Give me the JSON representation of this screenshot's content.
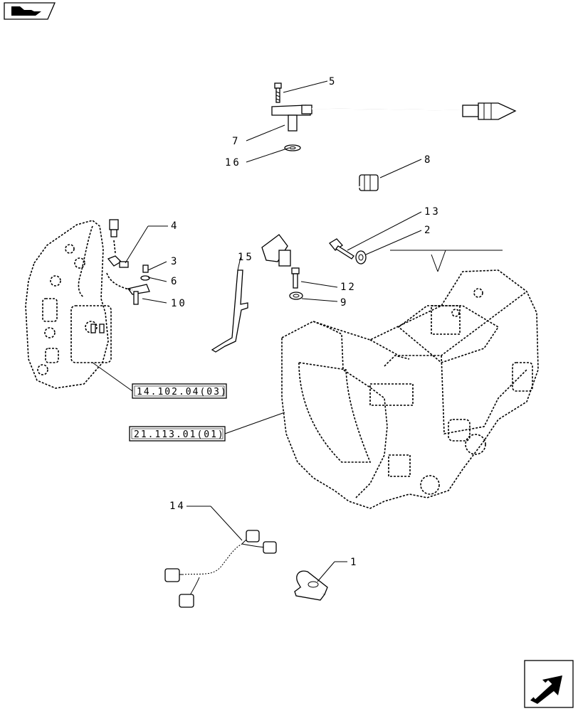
{
  "callouts": {
    "c1": "1",
    "c2": "2",
    "c3": "3",
    "c4": "4",
    "c5": "5",
    "c6": "6",
    "c7": "7",
    "c8": "8",
    "c9": "9",
    "c10": "10",
    "c12": "12",
    "c13": "13",
    "c14": "14",
    "c15": "15",
    "c16": "16"
  },
  "references": {
    "ref1": "14.102.04(03)",
    "ref2": "21.113.01(01)"
  },
  "icons": {
    "top_left": "book-icon",
    "bottom_right": "next-page-arrow-icon"
  },
  "colors": {
    "line": "#000000",
    "background": "#ffffff"
  }
}
